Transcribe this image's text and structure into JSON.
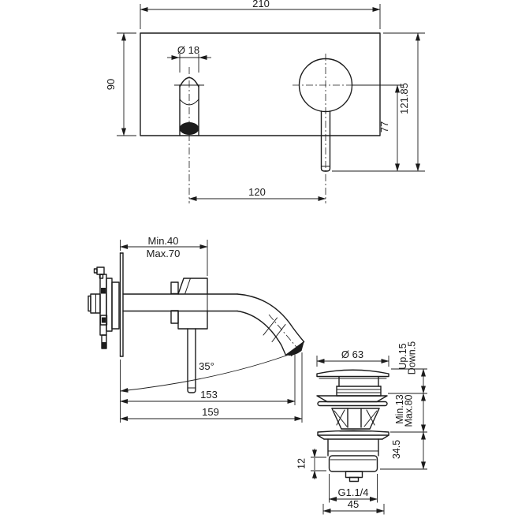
{
  "drawing": {
    "kind": "technical-dimension-drawing",
    "colors": {
      "ink": "#1c1c1c",
      "paper": "#ffffff"
    }
  },
  "front_view": {
    "labels": {
      "plate_width": "210",
      "plate_height": "90",
      "spout_diameter": "Ø 18",
      "overall_height": "121.85",
      "lever_height": "77",
      "spacing": "120"
    }
  },
  "side_view": {
    "labels": {
      "depth_min": "Min.40",
      "depth_max": "Max.70",
      "spout_angle": "35°",
      "reach_inner": "153",
      "reach_outer": "159"
    }
  },
  "drain_view": {
    "labels": {
      "cap_diameter": "Ø 63",
      "travel_up": "Up.15",
      "travel_down": "Down.5",
      "height_min": "Min.13",
      "height_max": "Max.80",
      "body_height": "34.5",
      "thread_length": "12",
      "thread_size": "G1.1/4",
      "flange_width": "45"
    }
  }
}
